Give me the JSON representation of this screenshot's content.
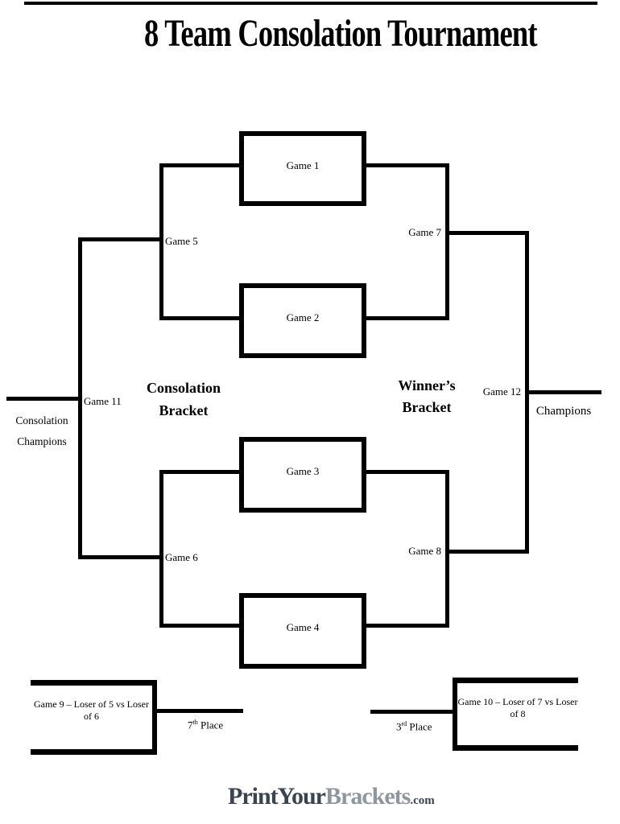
{
  "title": "8 Team Consolation Tournament",
  "boxes": {
    "game1": "Game 1",
    "game2": "Game 2",
    "game3": "Game 3",
    "game4": "Game 4",
    "game9": "Game 9 – Loser of 5 vs Loser of 6",
    "game10": "Game 10 – Loser of 7 vs Loser of 8"
  },
  "labels": {
    "game5": "Game 5",
    "game6": "Game 6",
    "game7": "Game 7",
    "game8": "Game 8",
    "game11": "Game 11",
    "game12": "Game 12",
    "consolation_bracket_line1": "Consolation",
    "consolation_bracket_line2": "Bracket",
    "winners_bracket_line1": "Winner’s",
    "winners_bracket_line2": "Bracket",
    "consolation_champions_line1": "Consolation",
    "consolation_champions_line2": "Champions",
    "champions": "Champions"
  },
  "placements": {
    "seventh_number": "7",
    "seventh_suffix": "th",
    "seventh_word": " Place",
    "third_number": "3",
    "third_suffix": "rd",
    "third_word": " Place"
  },
  "logo": {
    "part1": "PrintYour",
    "part2": "Brackets",
    "part3": ".com"
  },
  "colors": {
    "line": "#000000",
    "logo_dark": "#3a4350",
    "logo_light": "#8e96a0"
  }
}
